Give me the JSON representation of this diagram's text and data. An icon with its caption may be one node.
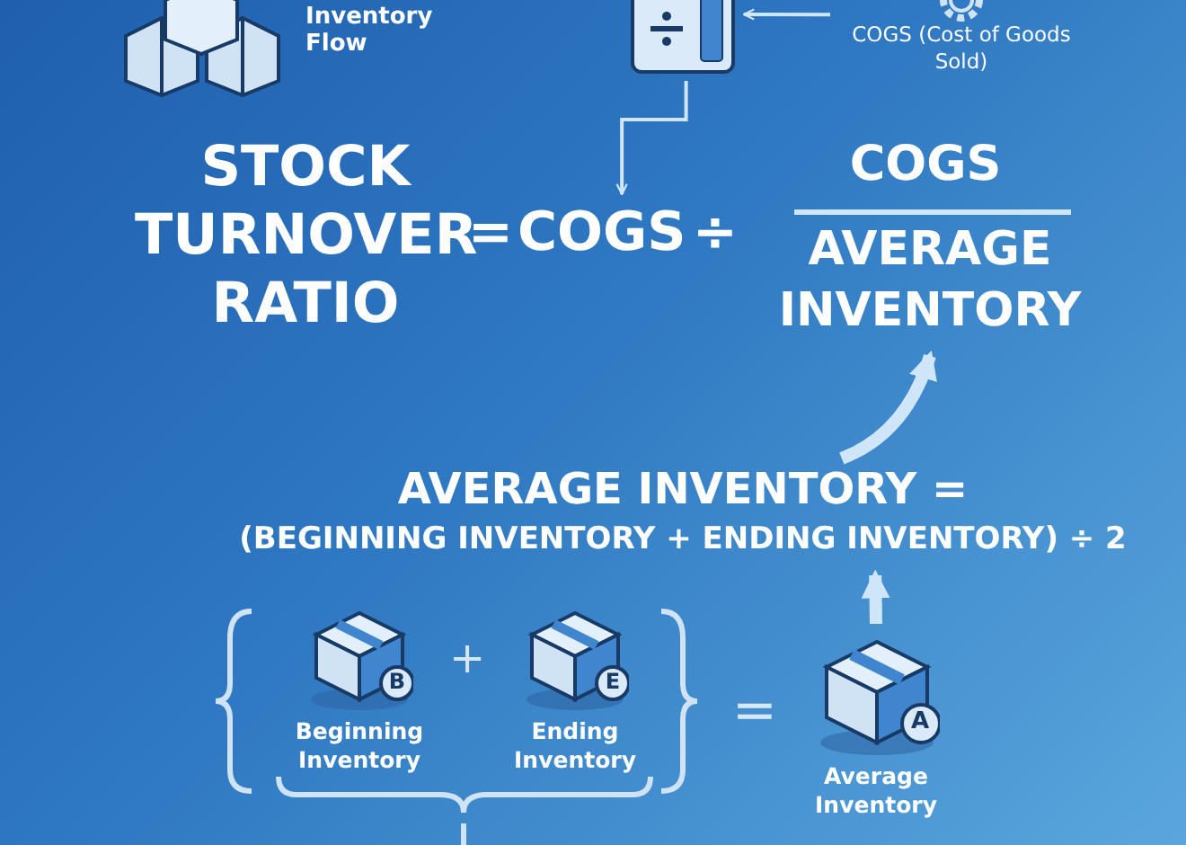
{
  "diagram": {
    "nodes": [
      {
        "text": [],
        "shape": "picture",
        "beside": [
          "Inventory Flow"
        ]
      },
      {
        "text": [],
        "shape": "picture"
      },
      {
        "text": [
          "COGS (Cost of Goods Sold)"
        ]
      },
      {
        "text": [
          "COGS"
        ]
      },
      {
        "text": [
          "AVERAGE INVENTORY"
        ]
      },
      {
        "text": [
          "AVERAGE INVENTORY =",
          "(BEGINNING INVENTORY + ENDING INVENTORY) ÷ 2"
        ]
      },
      {
        "text": [
          "Beginning Inventory"
        ]
      },
      {
        "text": [
          "Ending Inventory"
        ]
      },
      {
        "text": [
          "Average Inventory"
        ]
      }
    ],
    "edges": [
      {
        "from": 2,
        "to": 1,
        "arrow": "to"
      },
      {
        "from": 1,
        "to": 3,
        "arrow": "to"
      },
      {
        "from": 5,
        "to": 4,
        "arrow": "to",
        "style": "thick"
      },
      {
        "from": 8,
        "to": 5,
        "arrow": "to",
        "style": "thick"
      }
    ],
    "labels": [
      "STOCK TURNOVER RATIO",
      "=",
      "÷",
      "COGS",
      "B",
      "+",
      "E",
      "=",
      "A"
    ]
  }
}
